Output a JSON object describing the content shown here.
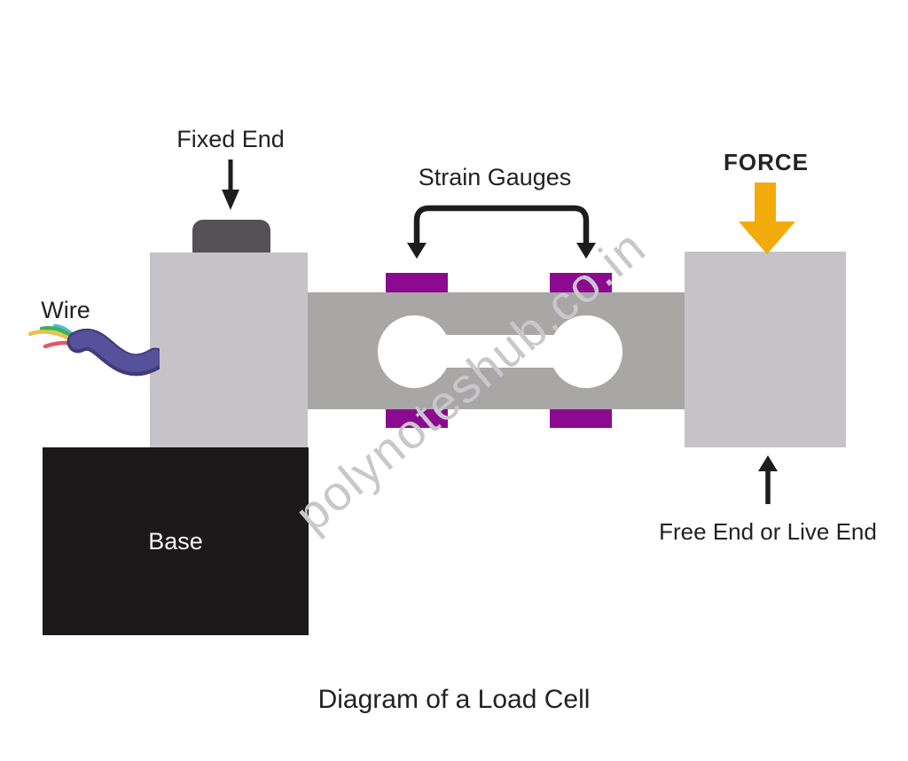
{
  "diagram": {
    "title": "Diagram of a Load Cell",
    "watermark": "polynoteshub.co.in",
    "labels": {
      "fixed_end": "Fixed End",
      "strain_gauges": "Strain Gauges",
      "force": "FORCE",
      "wire": "Wire",
      "base": "Base",
      "free_end": "Free End or Live End"
    },
    "parts": {
      "strain_gauge_count": "4",
      "cutout_shape": "dumbbell"
    }
  },
  "colors": {
    "background": "#ffffff",
    "block-light-gray": "#c6c3c8",
    "beam-gray": "#a9a6a6",
    "cap-dark-gray": "#545257",
    "base-black": "#1b191a",
    "gauge-purple": "#8b0a90",
    "force-yellow": "#f3aa0b",
    "arrow-black": "#1d1d1d",
    "text-dark": "#222222",
    "base-text": "#f5f5f5",
    "watermark-gray": "#c9c7cc",
    "wire-jacket": "#55519a",
    "wire-jacket-dark": "#3f3c78",
    "wire-strand-yellow": "#e6c34a",
    "wire-strand-green": "#3faf5a",
    "wire-strand-cyan": "#52b9d8",
    "wire-strand-red": "#e05a68"
  }
}
